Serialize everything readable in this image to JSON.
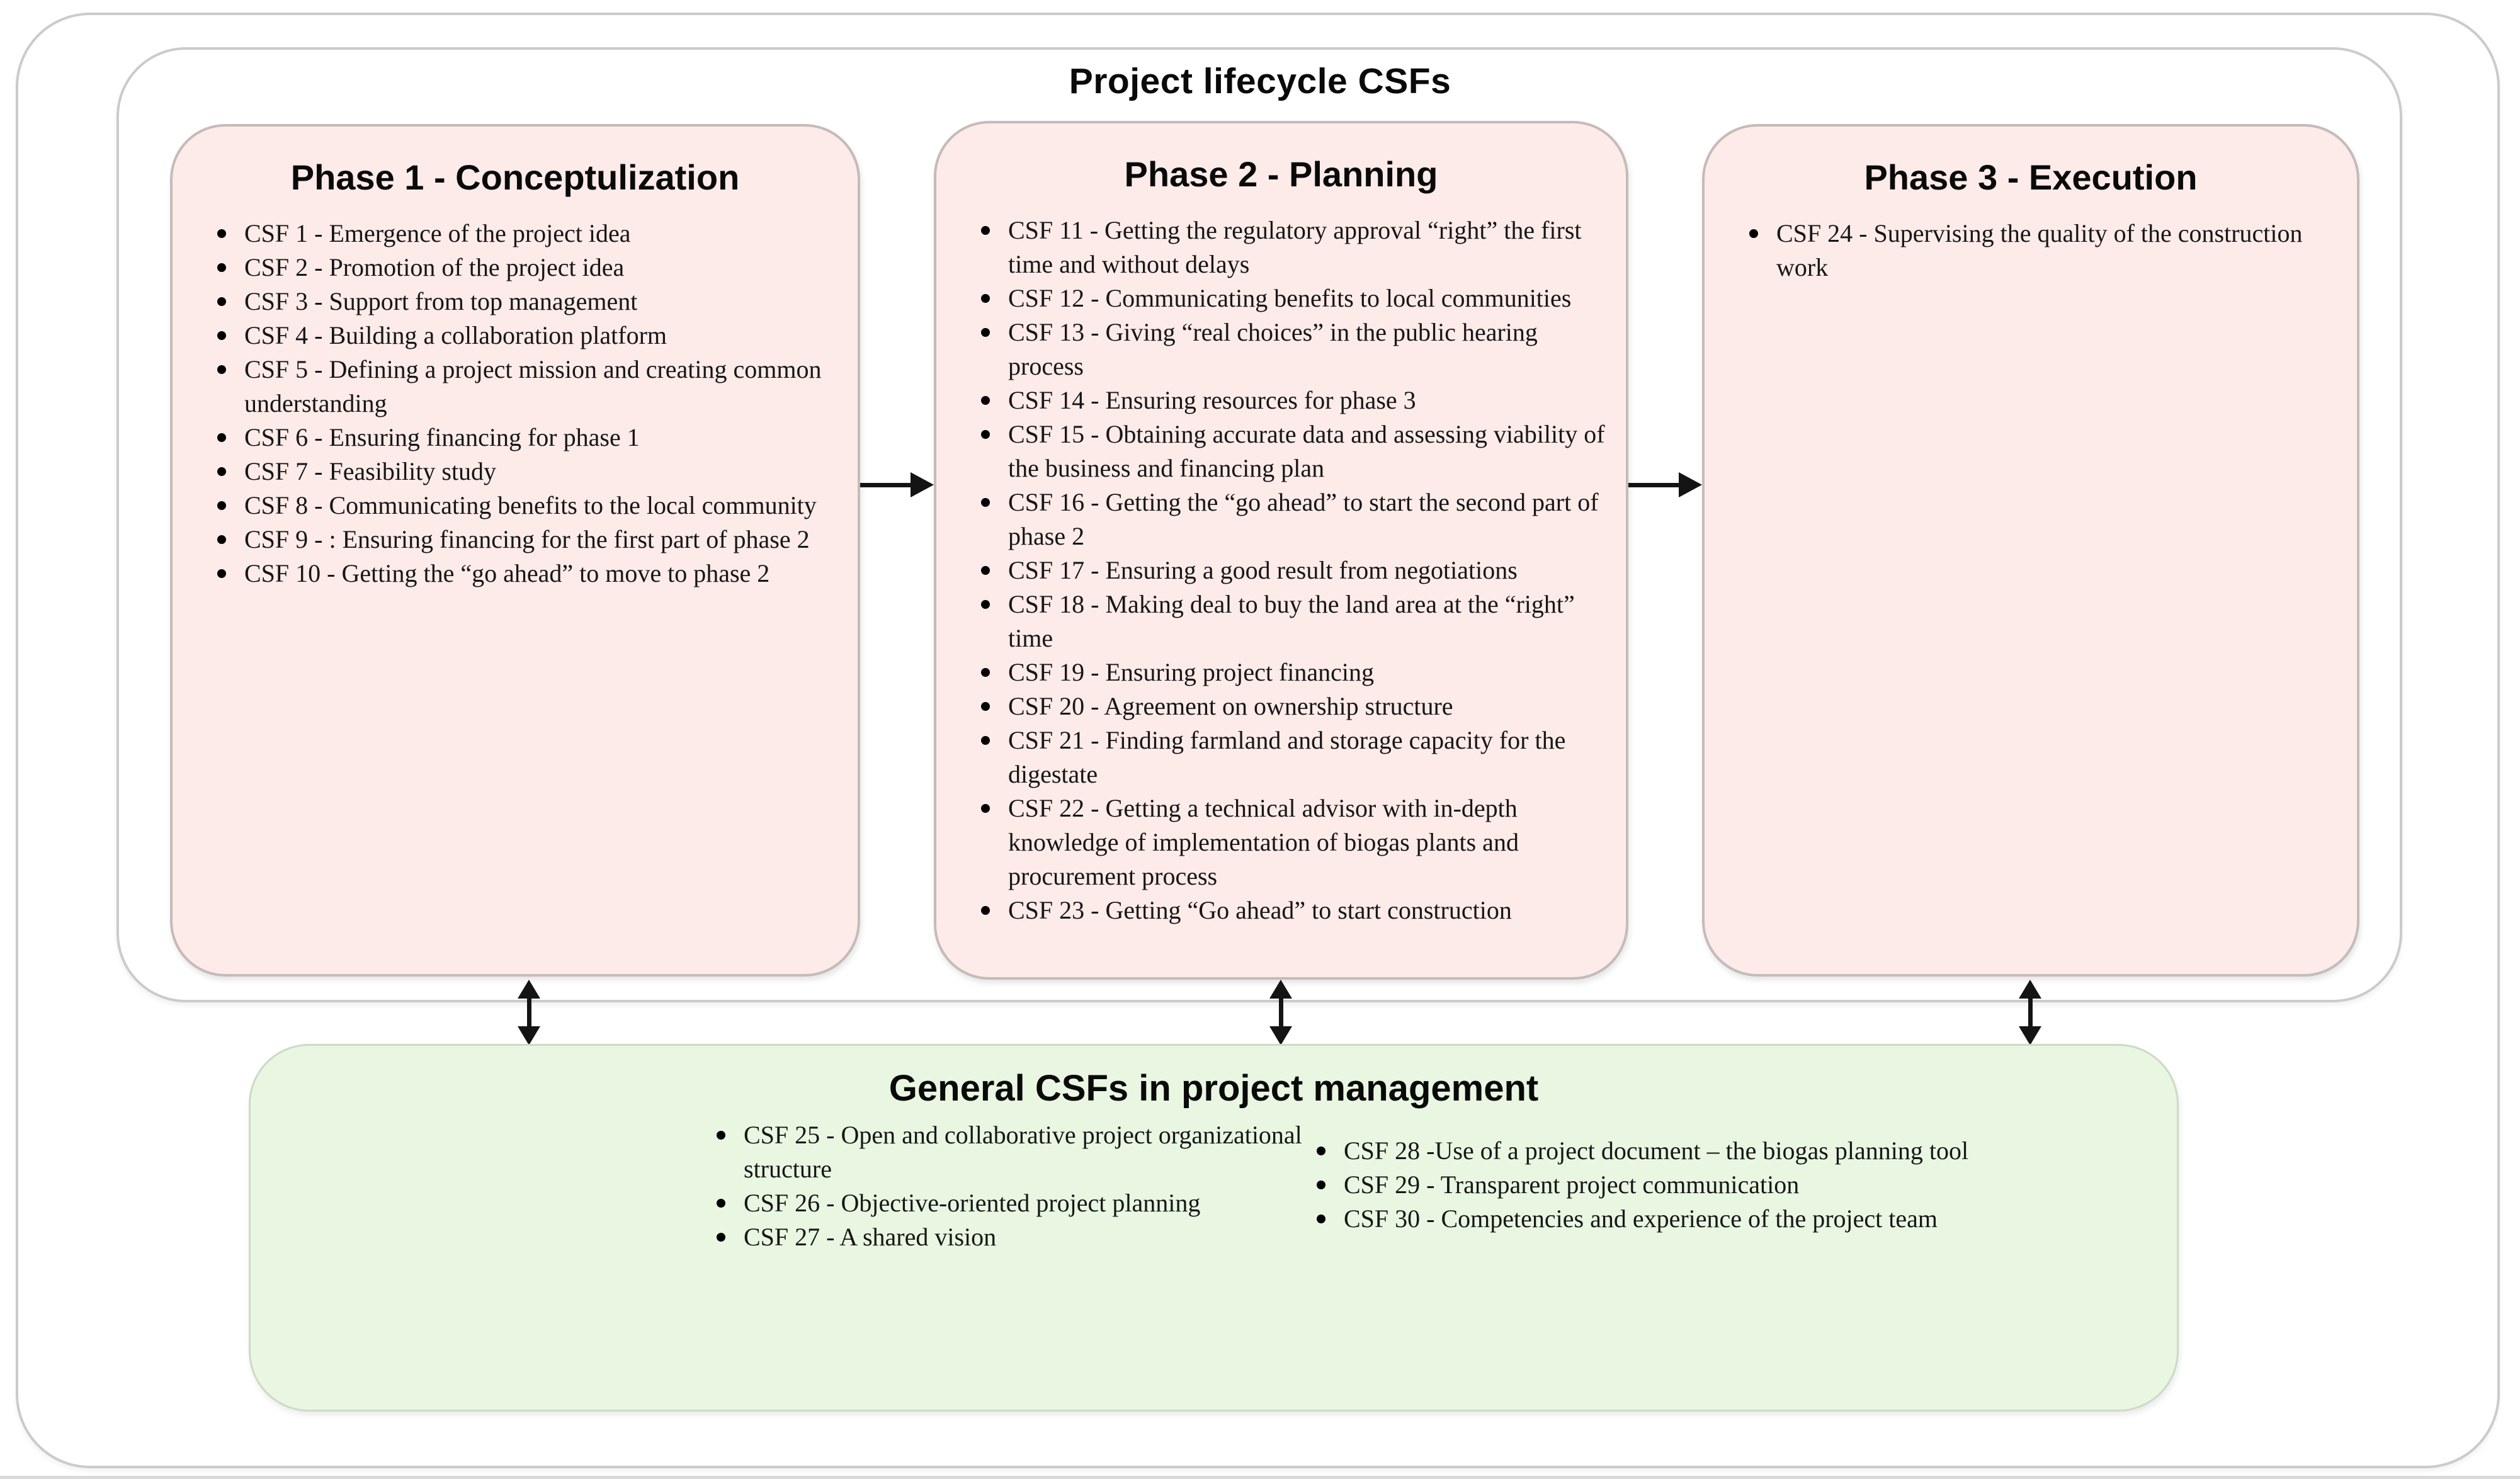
{
  "diagram": {
    "title": "Project lifecycle CSFs",
    "phases": [
      {
        "title": "Phase 1 - Conceptulization",
        "items": [
          "CSF 1 - Emergence of the project idea",
          "CSF 2 - Promotion of the project idea",
          "CSF 3 - Support from top management",
          "CSF 4 - Building a collaboration platform",
          "CSF 5 - Defining a project mission and creating common understanding",
          "CSF 6 - Ensuring financing for phase 1",
          "CSF 7 - Feasibility study",
          "CSF 8 - Communicating benefits to the local community",
          "CSF 9 - : Ensuring financing for the first part of phase 2",
          "CSF 10 - Getting the “go ahead” to move to phase 2"
        ]
      },
      {
        "title": "Phase 2 - Planning",
        "items": [
          "CSF 11 - Getting the regulatory approval “right” the first time and without delays",
          "CSF 12 - Communicating benefits to local communities",
          "CSF 13 - Giving “real choices” in the public hearing process",
          "CSF 14 - Ensuring resources for phase 3",
          "CSF 15 - Obtaining accurate data and assessing viability of the business and financing plan",
          "CSF 16 - Getting the “go ahead” to start the second part of phase 2",
          "CSF 17 - Ensuring a good result from negotiations",
          "CSF 18 - Making deal to buy the land area at the “right” time",
          "CSF 19 - Ensuring project financing",
          "CSF 20 - Agreement on ownership structure",
          "CSF 21 - Finding farmland and storage capacity for the digestate",
          "CSF 22 - Getting a technical advisor with in-depth knowledge of implementation of biogas plants and procurement process",
          "CSF 23  - Getting “Go ahead” to start construction"
        ]
      },
      {
        "title": "Phase 3 - Execution",
        "items": [
          "CSF 24 - Supervising the quality of the construction work"
        ]
      }
    ],
    "general": {
      "title": "General CSFs in project management",
      "columns": [
        {
          "items": [
            "CSF 25 - Open and collaborative project organizational structure",
            "CSF 26 - Objective-oriented project planning",
            "CSF 27 - A shared vision"
          ]
        },
        {
          "items": [
            "CSF 28 -Use of a project document – the biogas planning tool",
            "CSF 29 - Transparent project communication",
            "CSF 30 - Competencies and experience of the project team"
          ]
        }
      ]
    },
    "colors": {
      "pink-fill": "#fcebe9",
      "pink-border": "#c5bbb9",
      "green-fill": "#e9f7e2",
      "green-border": "#ccdac6",
      "frame-border": "#cbcbcb",
      "arrow": "#141414"
    }
  }
}
